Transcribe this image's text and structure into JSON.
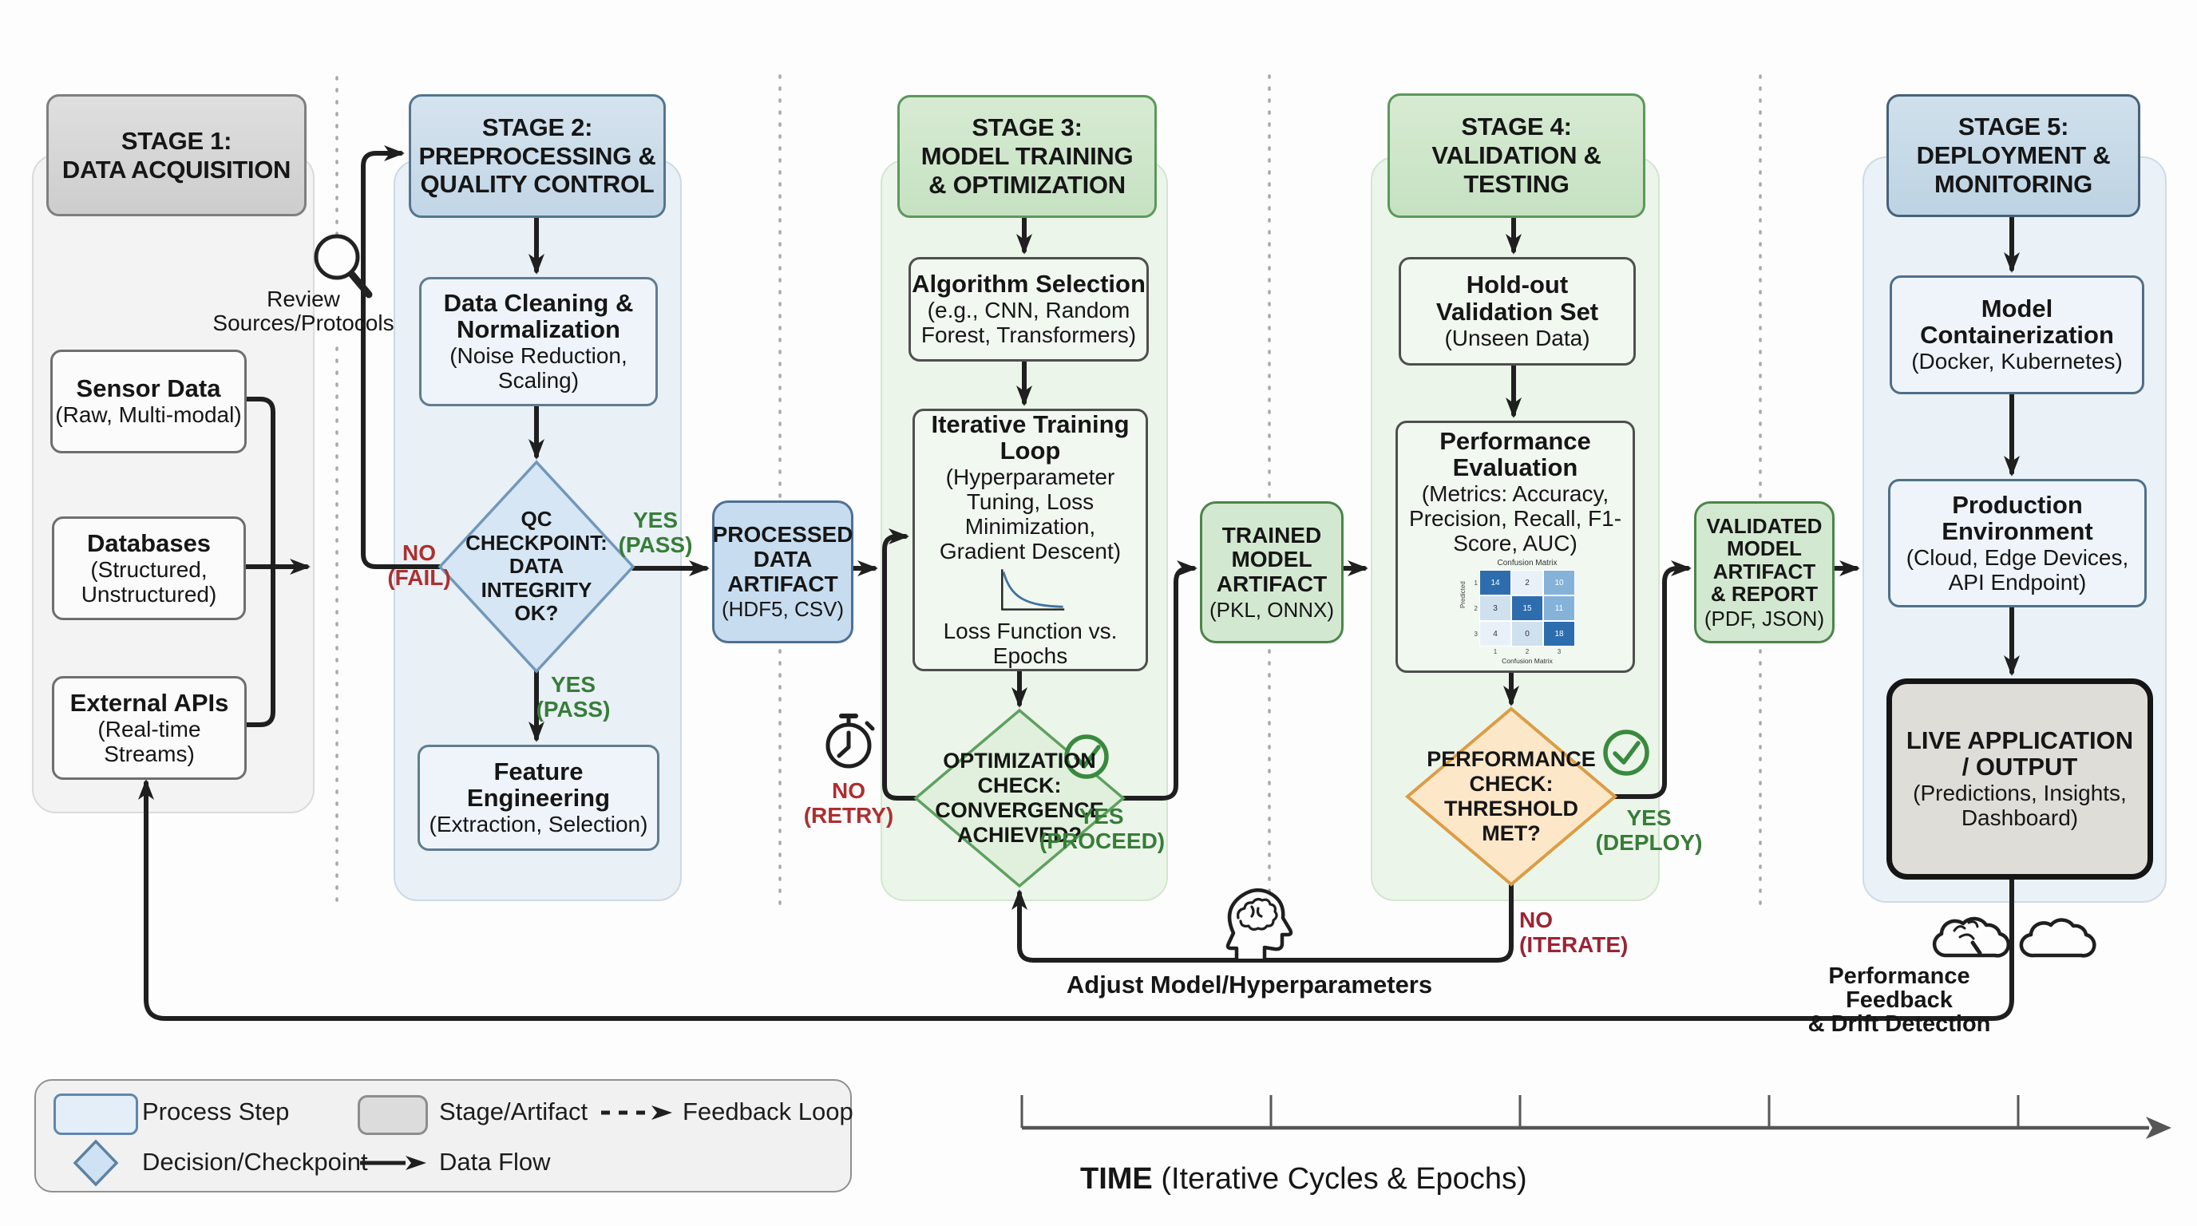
{
  "stage1": {
    "header": "STAGE 1:\nDATA ACQUISITION",
    "sensor_title": "Sensor Data",
    "sensor_sub": "(Raw, Multi-modal)",
    "db_title": "Databases",
    "db_sub": "(Structured,\nUnstructured)",
    "api_title": "External APIs",
    "api_sub": "(Real-time\nStreams)"
  },
  "review_label": "Review\nSources/Protocols",
  "stage2": {
    "header": "STAGE 2:\nPREPROCESSING &\nQUALITY CONTROL",
    "clean_title": "Data Cleaning &\nNormalization",
    "clean_sub": "(Noise Reduction,\nScaling)",
    "qc_diamond": "QC\nCHECKPOINT:\nDATA INTEGRITY\nOK?",
    "no_fail": "NO\n(FAIL)",
    "yes_pass_right": "YES\n(PASS)",
    "yes_pass_down": "YES\n(PASS)",
    "feature_title": "Feature\nEngineering",
    "feature_sub": "(Extraction, Selection)"
  },
  "artifact_processed": {
    "title": "PROCESSED\nDATA\nARTIFACT",
    "sub": "(HDF5, CSV)"
  },
  "stage3": {
    "header": "STAGE 3:\nMODEL TRAINING\n& OPTIMIZATION",
    "algo_title": "Algorithm Selection",
    "algo_sub": "(e.g., CNN, Random\nForest, Transformers)",
    "loop_title": "Iterative Training\nLoop",
    "loop_sub": "(Hyperparameter\nTuning, Loss\nMinimization,\nGradient Descent)",
    "loss_caption": "Loss Function vs. Epochs",
    "diamond": "OPTIMIZATION\nCHECK:\nCONVERGENCE\nACHIEVED?",
    "no_retry": "NO\n(RETRY)",
    "yes_proceed": "YES\n(PROCEED)"
  },
  "artifact_trained": {
    "title": "TRAINED\nMODEL\nARTIFACT",
    "sub": "(PKL, ONNX)"
  },
  "stage4": {
    "header": "STAGE 4:\nVALIDATION &\nTESTING",
    "holdout_title": "Hold-out\nValidation Set",
    "holdout_sub": "(Unseen Data)",
    "perf_title": "Performance\nEvaluation",
    "perf_sub": "(Metrics: Accuracy,\nPrecision, Recall, F1-\nScore, AUC)",
    "diamond": "PERFORMANCE\nCHECK:\nTHRESHOLD\nMET?",
    "no_iterate": "NO\n(ITERATE)",
    "yes_deploy": "YES\n(DEPLOY)",
    "matrix": {
      "title": "Confusion Matrix",
      "cells": [
        "14",
        "2",
        "10",
        "3",
        "15",
        "11",
        "4",
        "0",
        "18"
      ],
      "x_ticks": [
        "1",
        "2",
        "3"
      ],
      "y_ticks": [
        "1",
        "2",
        "3"
      ],
      "x_label": "Confusion Matrix",
      "y_label": "Predicted"
    }
  },
  "artifact_validated": {
    "title": "VALIDATED\nMODEL\nARTIFACT\n& REPORT",
    "sub": "(PDF, JSON)"
  },
  "stage5": {
    "header": "STAGE 5:\nDEPLOYMENT &\nMONITORING",
    "cont_title": "Model\nContainerization",
    "cont_sub": "(Docker, Kubernetes)",
    "prod_title": "Production\nEnvironment",
    "prod_sub": "(Cloud, Edge Devices,\nAPI Endpoint)",
    "live_title": "LIVE APPLICATION\n/ OUTPUT",
    "live_sub": "(Predictions, Insights,\nDashboard)"
  },
  "feedback": {
    "adjust": "Adjust Model/Hyperparameters",
    "drift": "Performance Feedback\n& Drift Detection"
  },
  "legend": {
    "process": "Process Step",
    "stage": "Stage/Artifact",
    "feedback": "Feedback Loop",
    "decision": "Decision/Checkpoint",
    "dataflow": "Data Flow"
  },
  "timeline": {
    "label_bold": "TIME",
    "label_rest": " (Iterative Cycles & Epochs)"
  }
}
